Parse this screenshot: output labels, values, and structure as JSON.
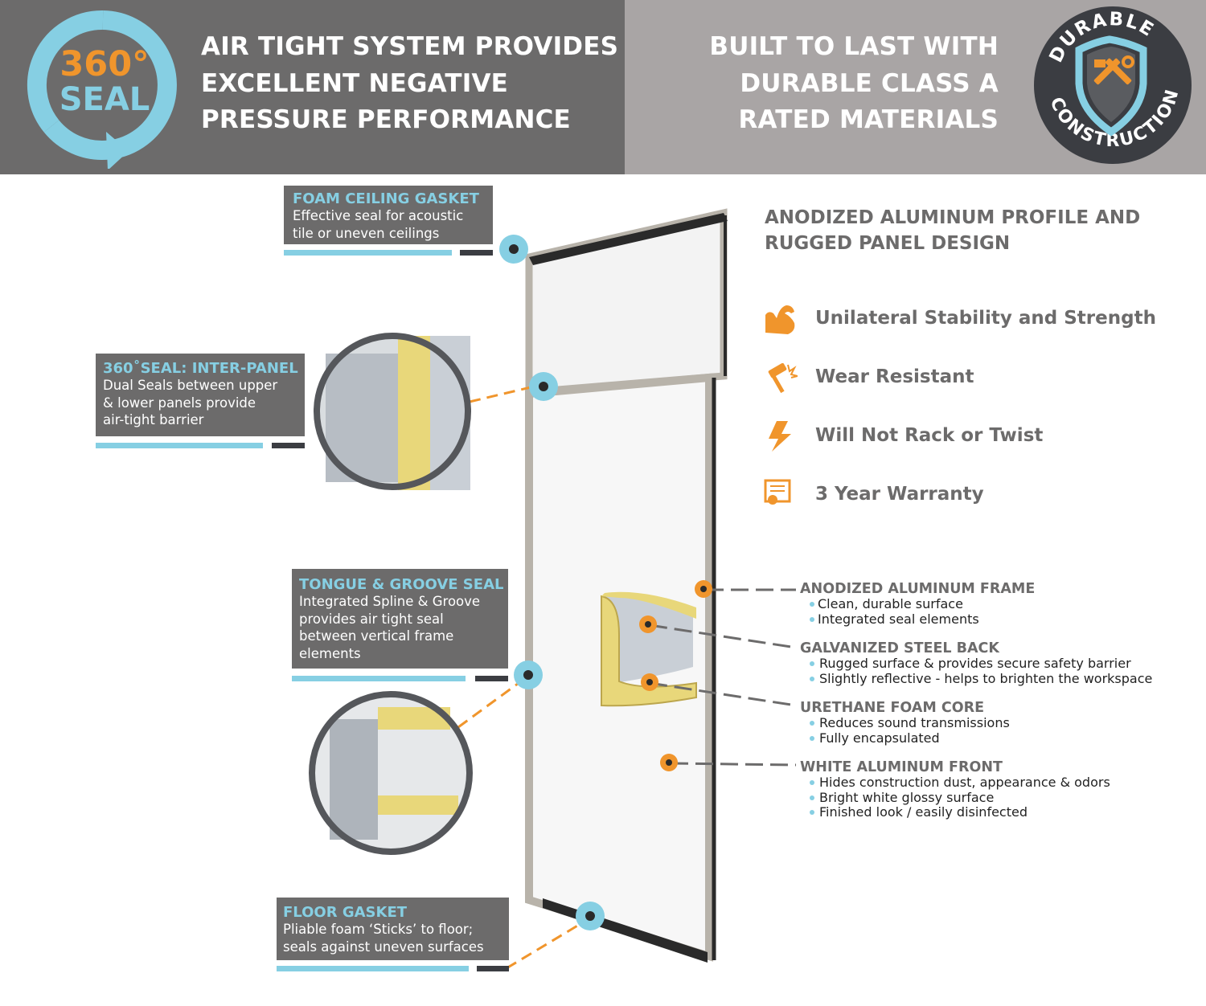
{
  "header": {
    "seal_badge": {
      "number": "360°",
      "word": "SEAL"
    },
    "left_headline": [
      "AIR TIGHT SYSTEM PROVIDES",
      "EXCELLENT NEGATIVE",
      "PRESSURE PERFORMANCE"
    ],
    "right_headline": [
      "BUILT TO LAST WITH",
      "DURABLE CLASS A",
      "RATED MATERIALS"
    ],
    "durable_badge": {
      "top_word": "DURABLE",
      "bottom_word": "CONSTRUCTION"
    }
  },
  "callouts": {
    "foam_ceiling": {
      "title": "FOAM CEILING GASKET",
      "lines": [
        "Effective seal for acoustic",
        "tile or uneven ceilings"
      ]
    },
    "inter_panel": {
      "title": "360˚SEAL: INTER-PANEL",
      "lines": [
        "Dual Seals between upper",
        "& lower panels provide",
        "air-tight barrier"
      ]
    },
    "tongue_groove": {
      "title": "TONGUE & GROOVE SEAL",
      "lines": [
        "Integrated Spline & Groove",
        "provides air tight seal",
        "between vertical frame",
        "elements"
      ]
    },
    "floor_gasket": {
      "title": "FLOOR GASKET",
      "lines": [
        "Pliable foam ‘Sticks’ to floor;",
        "seals against uneven surfaces"
      ]
    }
  },
  "features": {
    "heading": [
      "ANODIZED ALUMINUM PROFILE AND",
      "RUGGED PANEL DESIGN"
    ],
    "items": [
      {
        "icon": "flexed-arm-icon",
        "label": "Unilateral Stability and Strength"
      },
      {
        "icon": "hammer-icon",
        "label": "Wear Resistant"
      },
      {
        "icon": "twist-icon",
        "label": "Will Not Rack or Twist"
      },
      {
        "icon": "warranty-certificate-icon",
        "label": "3 Year Warranty"
      }
    ]
  },
  "materials": [
    {
      "title": "ANODIZED ALUMINUM FRAME",
      "bullets": [
        "Clean, durable surface",
        "Integrated seal elements"
      ]
    },
    {
      "title": "GALVANIZED STEEL BACK",
      "bullets": [
        "Rugged surface & provides secure safety barrier",
        "Slightly reflective - helps to brighten the workspace"
      ]
    },
    {
      "title": "URETHANE FOAM CORE",
      "bullets": [
        "Reduces sound transmissions",
        "Fully encapsulated"
      ]
    },
    {
      "title": "WHITE ALUMINUM FRONT",
      "bullets": [
        "Hides construction dust, appearance & odors",
        "Bright white glossy surface",
        "Finished look / easily disinfected"
      ]
    }
  ],
  "colors": {
    "header_dark_gray": "#6c6b6b",
    "header_light_gray": "#a9a5a5",
    "accent_blue": "#86cfe3",
    "accent_orange": "#f0952c",
    "foam_yellow": "#e8d77a",
    "dark_bar": "#3b3d42"
  }
}
